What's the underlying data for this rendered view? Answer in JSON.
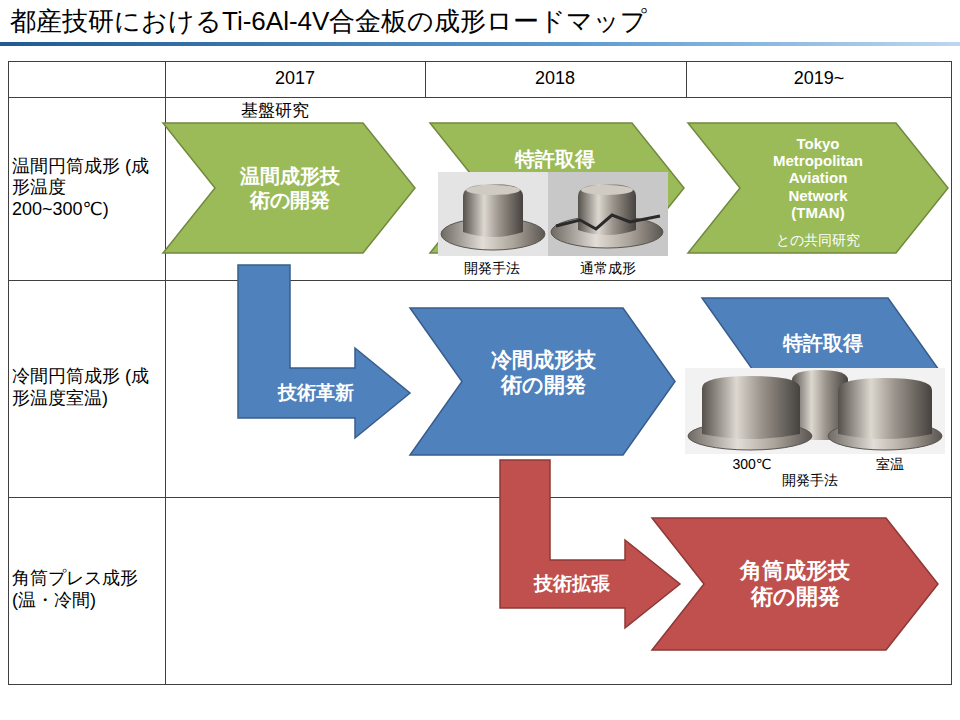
{
  "diagram": {
    "title": "都産技研におけるTi-6Al-4V合金板の成形ロードマップ",
    "nodes": [
      {
        "text": [
          "基盤研究",
          "温間成形技術の開発"
        ]
      },
      {
        "text": [
          "特許取得"
        ]
      },
      {
        "text": [
          "Tokyo Metropolitan Aviation Network (TMAN)",
          "との共同研究"
        ]
      },
      {
        "text": [
          "技術革新"
        ]
      },
      {
        "text": [
          "冷間成形技術の開発"
        ]
      },
      {
        "text": [
          "特許取得"
        ]
      },
      {
        "text": [
          "技術拡張"
        ]
      },
      {
        "text": [
          "角筒成形技術の開発"
        ]
      }
    ],
    "labels": [
      "2017",
      "2018",
      "2019~",
      "温間円筒成形 (成形温度200~300℃)",
      "冷間円筒成形 (成形温度室温)",
      "角筒プレス成形 (温・冷間)",
      "開発手法",
      "通常成形",
      "300℃",
      "開発手法",
      "室温"
    ]
  }
}
